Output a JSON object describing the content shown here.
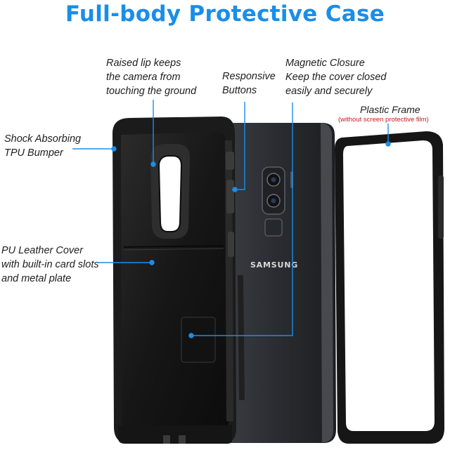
{
  "title": "Full-body Protective Case",
  "callouts": {
    "shock": "Shock Absorbing\nTPU Bumper",
    "lip": "Raised lip keeps\nthe camera from\ntouching the ground",
    "buttons": "Responsive\nButtons",
    "magnetic": "Magnetic Closure\nKeep the cover closed\neasily and securely",
    "leather": "PU Leather Cover\nwith built-in card slots\nand metal plate",
    "frame_title": "Plastic Frame",
    "frame_note": "(without screen protective film)"
  },
  "phone_brand": "SAMSUNG",
  "colors": {
    "accent": "#1a8ee8",
    "note": "#c41a1a",
    "case": "#1b1b1b",
    "phone": "#2e3136"
  }
}
